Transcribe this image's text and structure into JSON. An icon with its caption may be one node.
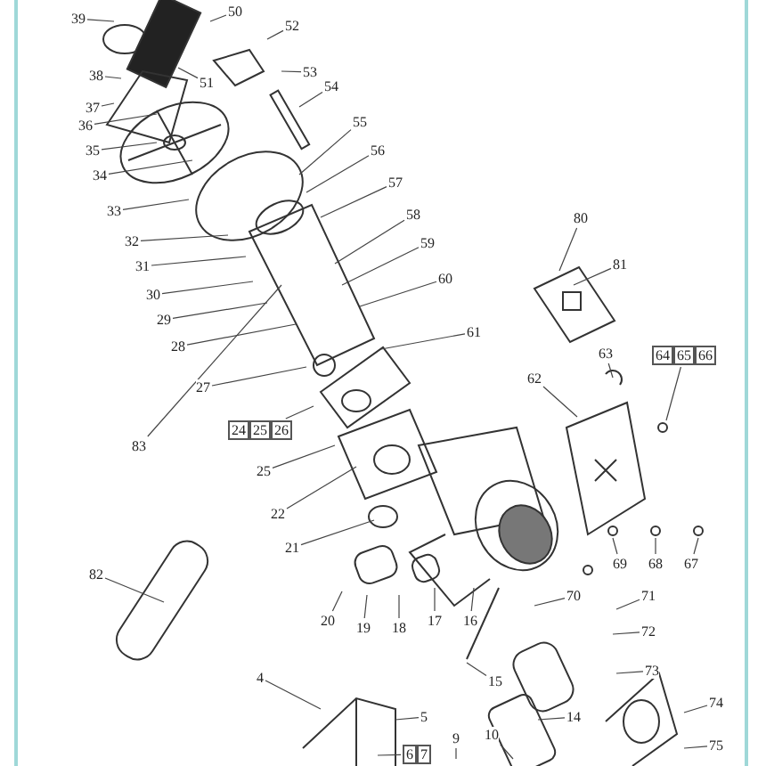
{
  "diagram": {
    "nodes": [
      {
        "text": [
          "39"
        ]
      },
      {
        "text": [
          "50"
        ]
      },
      {
        "text": [
          "51"
        ]
      },
      {
        "text": [
          "52"
        ]
      },
      {
        "text": [
          "38"
        ]
      },
      {
        "text": [
          "53"
        ]
      },
      {
        "text": [
          "37"
        ]
      },
      {
        "text": [
          "54"
        ]
      },
      {
        "text": [
          "36"
        ]
      },
      {
        "text": [
          "55"
        ]
      },
      {
        "text": [
          "35"
        ]
      },
      {
        "text": [
          "34"
        ]
      },
      {
        "text": [
          "56"
        ]
      },
      {
        "text": [
          "33"
        ]
      },
      {
        "text": [
          "57"
        ]
      },
      {
        "text": [
          "32"
        ]
      },
      {
        "text": [
          "58"
        ]
      },
      {
        "text": [
          "31"
        ]
      },
      {
        "text": [
          "80"
        ]
      },
      {
        "text": [
          "59"
        ]
      },
      {
        "text": [
          "30"
        ]
      },
      {
        "text": [
          "81"
        ]
      },
      {
        "text": [
          "60"
        ]
      },
      {
        "text": [
          "29"
        ]
      },
      {
        "text": [
          "28"
        ]
      },
      {
        "text": [
          "61"
        ]
      },
      {
        "text": [
          "63"
        ]
      },
      {
        "text": [
          "64",
          "65",
          "66"
        ]
      },
      {
        "text": [
          "27"
        ]
      },
      {
        "text": [
          "62"
        ]
      },
      {
        "text": [
          "24",
          "25",
          "26"
        ]
      },
      {
        "text": [
          "83"
        ]
      },
      {
        "text": [
          "25"
        ]
      },
      {
        "text": [
          "22"
        ]
      },
      {
        "text": [
          "21"
        ]
      },
      {
        "text": [
          "82"
        ]
      },
      {
        "text": [
          "69"
        ]
      },
      {
        "text": [
          "68"
        ]
      },
      {
        "text": [
          "67"
        ]
      },
      {
        "text": [
          "20"
        ]
      },
      {
        "text": [
          "19"
        ]
      },
      {
        "text": [
          "18"
        ]
      },
      {
        "text": [
          "17"
        ]
      },
      {
        "text": [
          "16"
        ]
      },
      {
        "text": [
          "70"
        ]
      },
      {
        "text": [
          "71"
        ]
      },
      {
        "text": [
          "72"
        ]
      },
      {
        "text": [
          "4"
        ]
      },
      {
        "text": [
          "15"
        ]
      },
      {
        "text": [
          "73"
        ]
      },
      {
        "text": [
          "74"
        ]
      },
      {
        "text": [
          "5"
        ]
      },
      {
        "text": [
          "14"
        ]
      },
      {
        "text": [
          "6",
          "7"
        ]
      },
      {
        "text": [
          "9"
        ]
      },
      {
        "text": [
          "10"
        ]
      },
      {
        "text": [
          "75"
        ]
      }
    ],
    "edges": [
      {
        "from": 0,
        "to": null,
        "arrow": "none"
      },
      {
        "from": 1,
        "to": null,
        "arrow": "none"
      },
      {
        "from": 2,
        "to": null,
        "arrow": "none"
      },
      {
        "from": 3,
        "to": null,
        "arrow": "none"
      },
      {
        "from": 4,
        "to": null,
        "arrow": "none"
      },
      {
        "from": 5,
        "to": null,
        "arrow": "none"
      },
      {
        "from": 6,
        "to": null,
        "arrow": "none"
      },
      {
        "from": 7,
        "to": null,
        "arrow": "none"
      },
      {
        "from": 8,
        "to": null,
        "arrow": "none"
      },
      {
        "from": 9,
        "to": null,
        "arrow": "none"
      },
      {
        "from": 10,
        "to": null,
        "arrow": "none"
      },
      {
        "from": 11,
        "to": null,
        "arrow": "none"
      },
      {
        "from": 12,
        "to": null,
        "arrow": "none"
      },
      {
        "from": 13,
        "to": null,
        "arrow": "none"
      },
      {
        "from": 14,
        "to": null,
        "arrow": "none"
      },
      {
        "from": 15,
        "to": null,
        "arrow": "none"
      },
      {
        "from": 16,
        "to": null,
        "arrow": "none"
      },
      {
        "from": 17,
        "to": null,
        "arrow": "none"
      },
      {
        "from": 18,
        "to": null,
        "arrow": "none"
      },
      {
        "from": 19,
        "to": null,
        "arrow": "none"
      },
      {
        "from": 20,
        "to": null,
        "arrow": "none"
      },
      {
        "from": 21,
        "to": null,
        "arrow": "none"
      },
      {
        "from": 22,
        "to": null,
        "arrow": "none"
      },
      {
        "from": 23,
        "to": null,
        "arrow": "none"
      },
      {
        "from": 24,
        "to": null,
        "arrow": "none"
      },
      {
        "from": 25,
        "to": null,
        "arrow": "none"
      },
      {
        "from": 26,
        "to": null,
        "arrow": "none"
      },
      {
        "from": 27,
        "to": null,
        "arrow": "none"
      },
      {
        "from": 28,
        "to": null,
        "arrow": "none"
      },
      {
        "from": 29,
        "to": null,
        "arrow": "none"
      },
      {
        "from": 30,
        "to": null,
        "arrow": "none"
      },
      {
        "from": 31,
        "to": null,
        "arrow": "none"
      },
      {
        "from": 32,
        "to": null,
        "arrow": "none"
      },
      {
        "from": 33,
        "to": null,
        "arrow": "none"
      },
      {
        "from": 34,
        "to": null,
        "arrow": "none"
      },
      {
        "from": 35,
        "to": null,
        "arrow": "none"
      },
      {
        "from": 36,
        "to": null,
        "arrow": "none"
      },
      {
        "from": 37,
        "to": null,
        "arrow": "none"
      },
      {
        "from": 38,
        "to": null,
        "arrow": "none"
      },
      {
        "from": 39,
        "to": null,
        "arrow": "none"
      },
      {
        "from": 40,
        "to": null,
        "arrow": "none"
      },
      {
        "from": 41,
        "to": null,
        "arrow": "none"
      },
      {
        "from": 42,
        "to": null,
        "arrow": "none"
      },
      {
        "from": 43,
        "to": null,
        "arrow": "none"
      },
      {
        "from": 44,
        "to": null,
        "arrow": "none"
      },
      {
        "from": 45,
        "to": null,
        "arrow": "none"
      },
      {
        "from": 46,
        "to": null,
        "arrow": "none"
      },
      {
        "from": 47,
        "to": null,
        "arrow": "none"
      },
      {
        "from": 48,
        "to": null,
        "arrow": "none"
      },
      {
        "from": 49,
        "to": null,
        "arrow": "none"
      },
      {
        "from": 50,
        "to": null,
        "arrow": "none"
      },
      {
        "from": 51,
        "to": null,
        "arrow": "none"
      },
      {
        "from": 52,
        "to": null,
        "arrow": "none"
      },
      {
        "from": 53,
        "to": null,
        "arrow": "none"
      },
      {
        "from": 54,
        "to": null,
        "arrow": "none"
      },
      {
        "from": 55,
        "to": null,
        "arrow": "none"
      },
      {
        "from": 56,
        "to": null,
        "arrow": "none"
      }
    ]
  }
}
